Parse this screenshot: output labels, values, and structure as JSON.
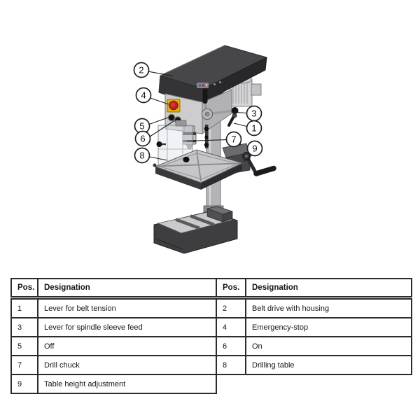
{
  "figure": {
    "callouts": [
      {
        "label": "1"
      },
      {
        "label": "2"
      },
      {
        "label": "3"
      },
      {
        "label": "4"
      },
      {
        "label": "5"
      },
      {
        "label": "6"
      },
      {
        "label": "7"
      },
      {
        "label": "8"
      },
      {
        "label": "9"
      }
    ],
    "colors": {
      "emergency_stop_button_red": "#c01f1f",
      "emergency_stop_plate_yellow": "#dfb300",
      "belt_housing_dark": "#343437",
      "machine_body_gray": "#cdcdcf"
    }
  },
  "parts_table": {
    "columns": [
      "Pos.",
      "Designation",
      "Pos.",
      "Designation"
    ],
    "rows": [
      [
        "1",
        "Lever for belt tension",
        "2",
        "Belt drive with housing"
      ],
      [
        "3",
        "Lever for spindle sleeve feed",
        "4",
        "Emergency-stop"
      ],
      [
        "5",
        "Off",
        "6",
        "On"
      ],
      [
        "7",
        "Drill chuck",
        "8",
        "Drilling table"
      ],
      [
        "9",
        "Table height adjustment",
        null,
        null
      ]
    ]
  }
}
